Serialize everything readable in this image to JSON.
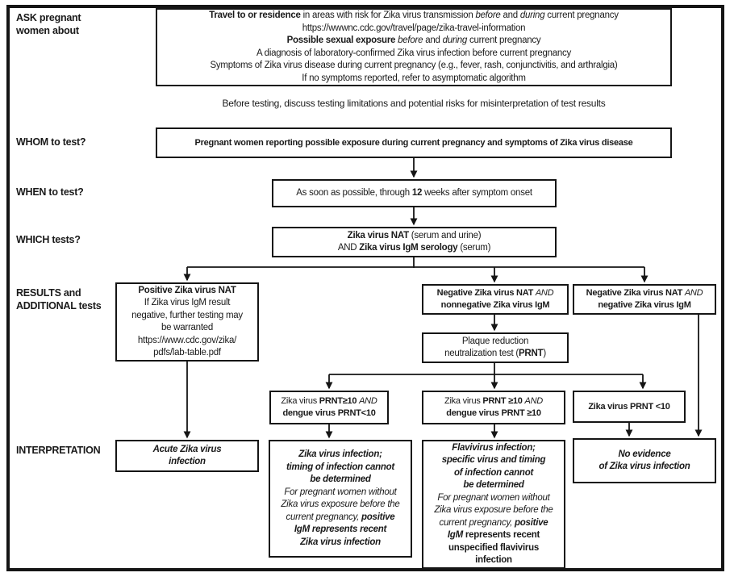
{
  "colors": {
    "ink": "#1a1a1a",
    "line": "#151515",
    "background": "#ffffff"
  },
  "row_labels": {
    "ask": "ASK pregnant\nwomen about",
    "whom": "WHOM to test?",
    "when": "WHEN to test?",
    "which": "WHICH tests?",
    "results": "RESULTS and\nADDITIONAL tests",
    "interpretation": "INTERPRETATION"
  },
  "note": "Before testing, discuss testing limitations and potential risks for misinterpretation of test results",
  "boxes": {
    "ask": {
      "lines": [
        [
          {
            "t": "Travel to or residence",
            "b": 1
          },
          {
            "t": " in areas with risk for Zika virus transmission "
          },
          {
            "t": "before",
            "i": 1
          },
          {
            "t": " and "
          },
          {
            "t": "during",
            "i": 1
          },
          {
            "t": " current pregnancy"
          }
        ],
        [
          {
            "t": "https://wwwnc.cdc.gov/travel/page/zika-travel-information"
          }
        ],
        [
          {
            "t": "Possible sexual exposure",
            "b": 1
          },
          {
            "t": " "
          },
          {
            "t": "before",
            "i": 1
          },
          {
            "t": " and "
          },
          {
            "t": "during",
            "i": 1
          },
          {
            "t": " current pregnancy"
          }
        ],
        [
          {
            "t": "A diagnosis of laboratory-confirmed Zika virus infection before current pregnancy"
          }
        ],
        [
          {
            "t": "Symptoms of Zika virus disease during current pregnancy (e.g., fever, rash, conjunctivitis, and arthralgia)"
          }
        ],
        [
          {
            "t": "If no symptoms reported, refer to asymptomatic algorithm"
          }
        ]
      ]
    },
    "whom": {
      "lines": [
        [
          {
            "t": "Pregnant women reporting possible exposure during current pregnancy and symptoms of Zika virus disease",
            "b": 1
          }
        ]
      ]
    },
    "when": {
      "lines": [
        [
          {
            "t": "As soon as possible, through "
          },
          {
            "t": "12",
            "b": 1
          },
          {
            "t": " weeks after symptom onset"
          }
        ]
      ]
    },
    "which": {
      "lines": [
        [
          {
            "t": "Zika virus NAT",
            "b": 1
          },
          {
            "t": " (serum and urine)"
          }
        ],
        [
          {
            "t": "AND "
          },
          {
            "t": "Zika virus IgM serology",
            "b": 1
          },
          {
            "t": " (serum)"
          }
        ]
      ]
    },
    "positive_nat": {
      "lines": [
        [
          {
            "t": "Positive Zika virus NAT",
            "b": 1
          }
        ],
        [
          {
            "t": "If Zika virus IgM result"
          }
        ],
        [
          {
            "t": "negative, further testing may"
          }
        ],
        [
          {
            "t": "be warranted"
          }
        ],
        [
          {
            "t": "https://www.cdc.gov/zika/"
          }
        ],
        [
          {
            "t": "pdfs/lab-table.pdf"
          }
        ]
      ]
    },
    "neg_nat_nonneg_igm": {
      "lines": [
        [
          {
            "t": "Negative Zika virus NAT ",
            "b": 1
          },
          {
            "t": "AND",
            "i": 1
          }
        ],
        [
          {
            "t": "nonnegative Zika virus IgM",
            "b": 1
          }
        ]
      ]
    },
    "neg_nat_neg_igm": {
      "lines": [
        [
          {
            "t": "Negative Zika virus NAT ",
            "b": 1
          },
          {
            "t": "AND",
            "i": 1
          }
        ],
        [
          {
            "t": "negative Zika virus IgM",
            "b": 1
          }
        ]
      ]
    },
    "prnt": {
      "lines": [
        [
          {
            "t": "Plaque reduction"
          }
        ],
        [
          {
            "t": "neutralization test ("
          },
          {
            "t": "PRNT",
            "b": 1
          },
          {
            "t": ")"
          }
        ]
      ]
    },
    "prnt_zika_pos_dengue_neg": {
      "lines": [
        [
          {
            "t": "Zika virus "
          },
          {
            "t": "PRNT≥10 ",
            "b": 1
          },
          {
            "t": "AND",
            "i": 1
          }
        ],
        [
          {
            "t": "dengue virus PRNT<10",
            "b": 1
          }
        ]
      ]
    },
    "prnt_zika_pos_dengue_pos": {
      "lines": [
        [
          {
            "t": "Zika virus "
          },
          {
            "t": "PRNT ≥10 ",
            "b": 1
          },
          {
            "t": "AND",
            "i": 1
          }
        ],
        [
          {
            "t": "dengue virus PRNT ≥10",
            "b": 1
          }
        ]
      ]
    },
    "prnt_zika_neg": {
      "lines": [
        [
          {
            "t": "Zika virus PRNT <10",
            "b": 1
          }
        ]
      ]
    },
    "acute": {
      "lines": [
        [
          {
            "t": "Acute Zika virus",
            "b": 1,
            "i": 1
          }
        ],
        [
          {
            "t": "infection",
            "b": 1,
            "i": 1
          }
        ]
      ]
    },
    "zika_timing_undetermined": {
      "lines": [
        [
          {
            "t": "Zika virus infection;",
            "b": 1,
            "i": 1
          }
        ],
        [
          {
            "t": "timing of infection cannot",
            "b": 1,
            "i": 1
          }
        ],
        [
          {
            "t": "be determined",
            "b": 1,
            "i": 1
          }
        ],
        [
          {
            "t": "For pregnant women without",
            "i": 1
          }
        ],
        [
          {
            "t": "Zika virus exposure before the",
            "i": 1
          }
        ],
        [
          {
            "t": "current pregnancy, ",
            "i": 1
          },
          {
            "t": "positive",
            "b": 1,
            "i": 1
          }
        ],
        [
          {
            "t": "IgM represents recent",
            "b": 1,
            "i": 1
          }
        ],
        [
          {
            "t": "Zika virus infection",
            "b": 1,
            "i": 1
          }
        ]
      ]
    },
    "flavivirus": {
      "lines": [
        [
          {
            "t": "Flavivirus infection;",
            "b": 1,
            "i": 1
          }
        ],
        [
          {
            "t": "specific virus and timing",
            "b": 1,
            "i": 1
          }
        ],
        [
          {
            "t": "of infection cannot",
            "b": 1,
            "i": 1
          }
        ],
        [
          {
            "t": "be determined",
            "b": 1,
            "i": 1
          }
        ],
        [
          {
            "t": "For pregnant women without",
            "i": 1
          }
        ],
        [
          {
            "t": "Zika virus exposure before the",
            "i": 1
          }
        ],
        [
          {
            "t": "current pregnancy, ",
            "i": 1
          },
          {
            "t": "positive",
            "b": 1,
            "i": 1
          }
        ],
        [
          {
            "t": "IgM",
            "b": 1,
            "i": 1
          },
          {
            "t": " represents recent",
            "b": 1
          }
        ],
        [
          {
            "t": "unspecified flavivirus",
            "b": 1
          }
        ],
        [
          {
            "t": "infection",
            "b": 1
          }
        ]
      ]
    },
    "no_evidence": {
      "lines": [
        [
          {
            "t": "No evidence",
            "b": 1,
            "i": 1
          }
        ],
        [
          {
            "t": "of Zika virus infection",
            "b": 1,
            "i": 1
          }
        ]
      ]
    }
  }
}
